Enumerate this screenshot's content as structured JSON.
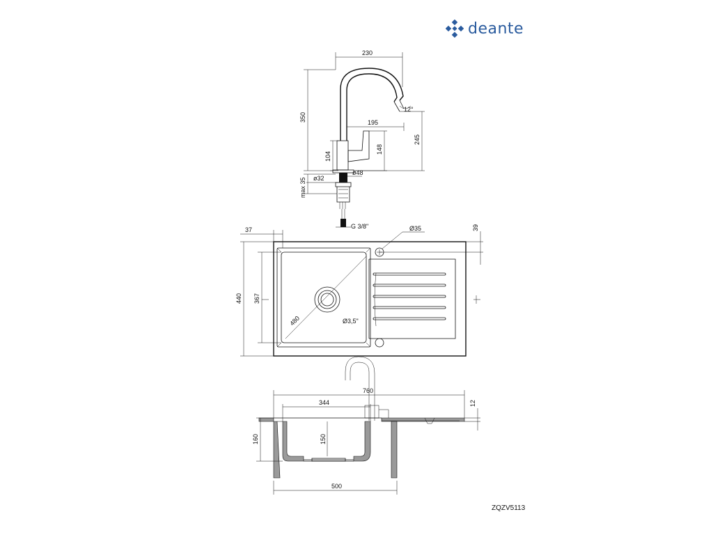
{
  "brand": {
    "name": "deante",
    "color": "#2a5b9e",
    "logo_icon": "deante-logo-icon"
  },
  "model_code": "ZQZV5113",
  "faucet_dims": {
    "width_230": "230",
    "reach_195": "195",
    "height_350": "350",
    "spout_245": "245",
    "lever_104": "104",
    "lever_148": "148",
    "angle_12": "12°",
    "dia_32": "ø32",
    "dia_48": "ø48",
    "max_35": "max 35",
    "thread": "G 3/8\""
  },
  "top_dims": {
    "d37": "37",
    "d35": "Ø35",
    "d39": "39",
    "d440": "440",
    "d367": "367",
    "d480": "480",
    "drain": "Ø3,5\""
  },
  "side_dims": {
    "d760": "760",
    "d344": "344",
    "d12": "12",
    "d160": "160",
    "d150": "150",
    "d500": "500"
  }
}
